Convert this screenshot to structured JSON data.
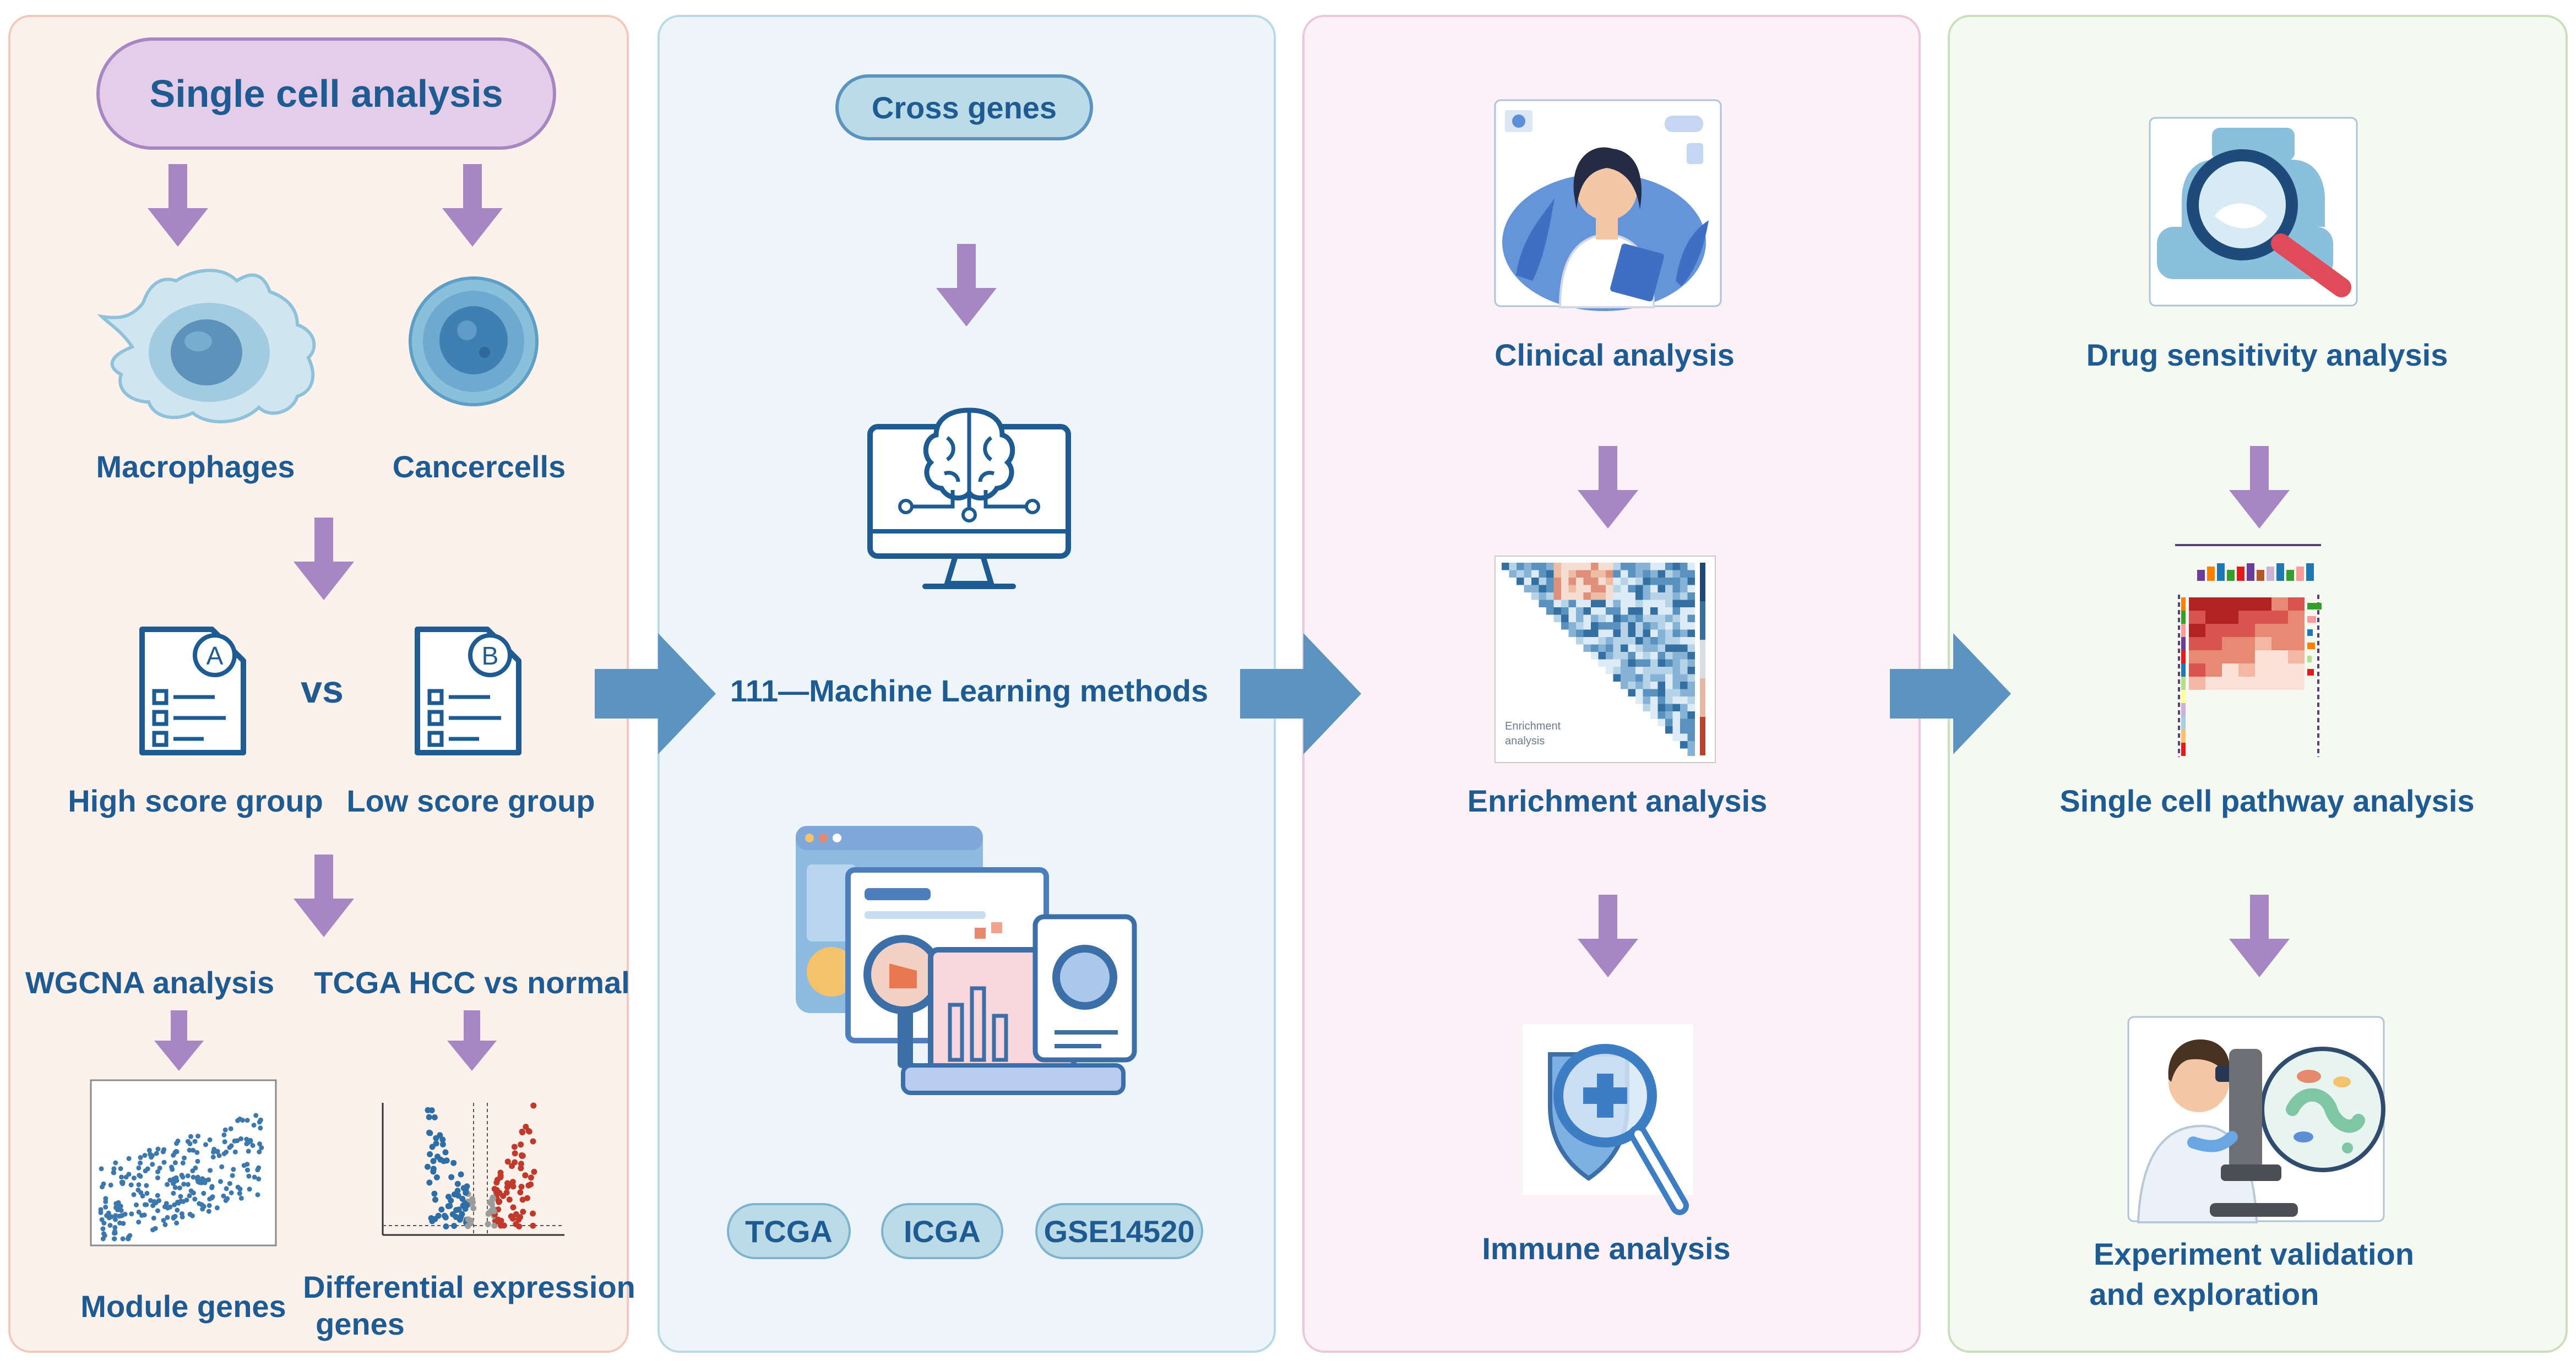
{
  "colors": {
    "label_text": "#1d5b92",
    "down_arrow": "#a786c4",
    "flow_arrow": "#5b93c1"
  },
  "panel1": {
    "title": "Single cell analysis",
    "macrophages": "Macrophages",
    "cancercells": "Cancercells",
    "doc_a_letter": "A",
    "doc_b_letter": "B",
    "vs": "vs",
    "high_score": "High score group",
    "low_score": "Low score group",
    "wgcna": "WGCNA analysis",
    "tcga_hcc": "TCGA HCC vs normal",
    "module_genes": "Module genes",
    "diff_expr_line1": "Differential expression",
    "diff_expr_line2": "genes"
  },
  "panel2": {
    "cross_genes": "Cross genes",
    "ml_methods": "111—Machine Learning methods",
    "datasets": [
      "TCGA",
      "ICGA",
      "GSE14520"
    ]
  },
  "panel3": {
    "clinical": "Clinical analysis",
    "enrichment": "Enrichment analysis",
    "heatmap_caption_1": "Enrichment",
    "heatmap_caption_2": "analysis",
    "immune": "Immune analysis"
  },
  "panel4": {
    "drug": "Drug sensitivity analysis",
    "pathway": "Single cell pathway analysis",
    "experiment_line1": "Experiment validation",
    "experiment_line2": "and exploration"
  }
}
